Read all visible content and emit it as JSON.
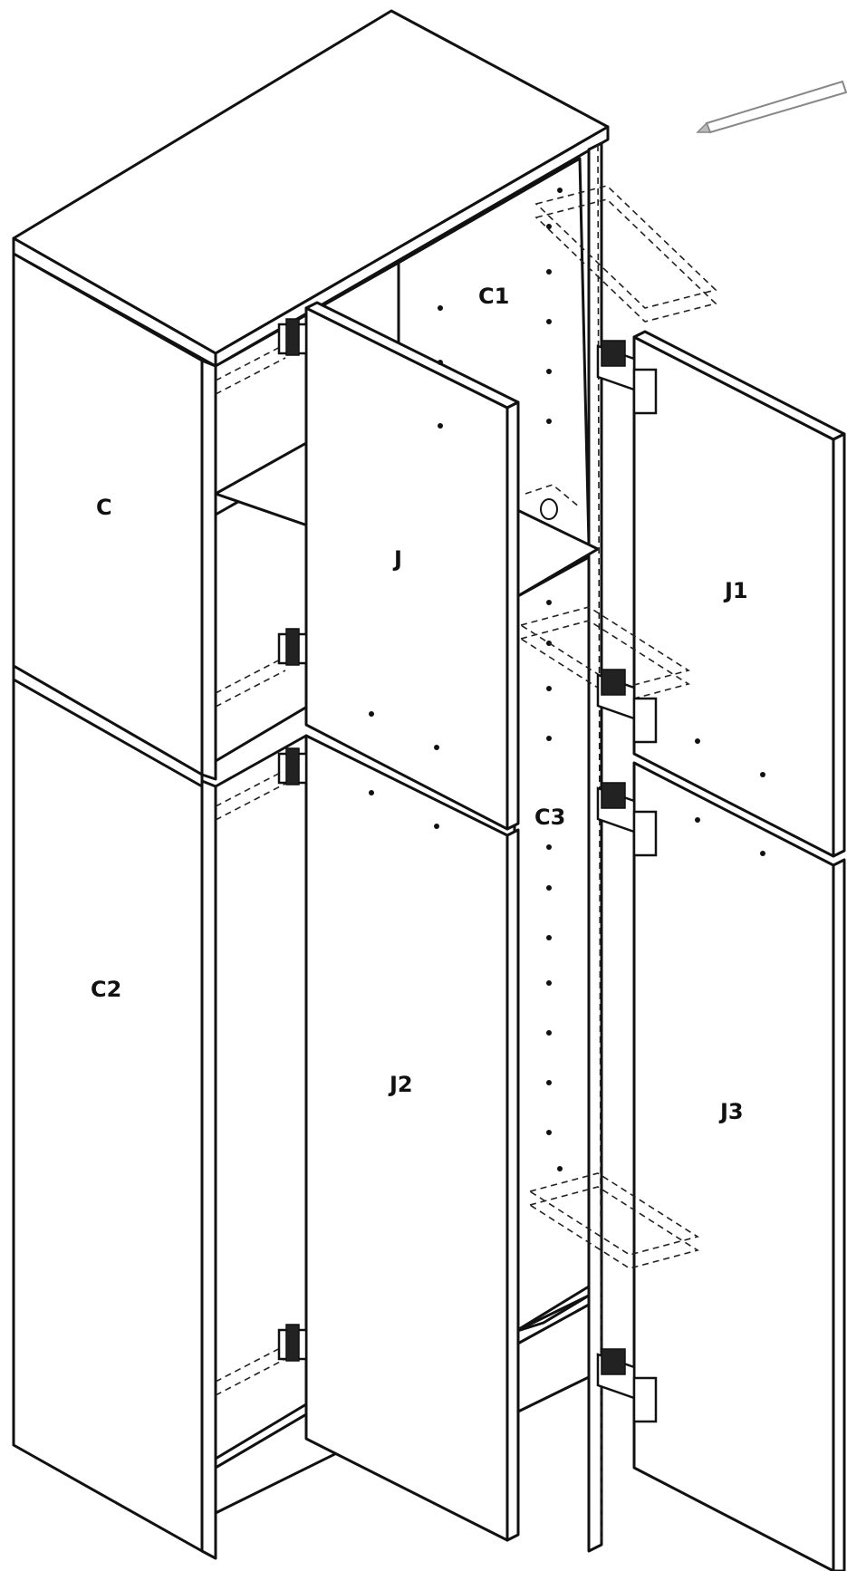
{
  "labels": {
    "c": "C",
    "c1": "C1",
    "c2": "C2",
    "c3": "C3",
    "j": "J",
    "j1": "J1",
    "j2": "J2",
    "j3": "J3"
  },
  "colors": {
    "line": "#111111",
    "background": "#ffffff"
  }
}
